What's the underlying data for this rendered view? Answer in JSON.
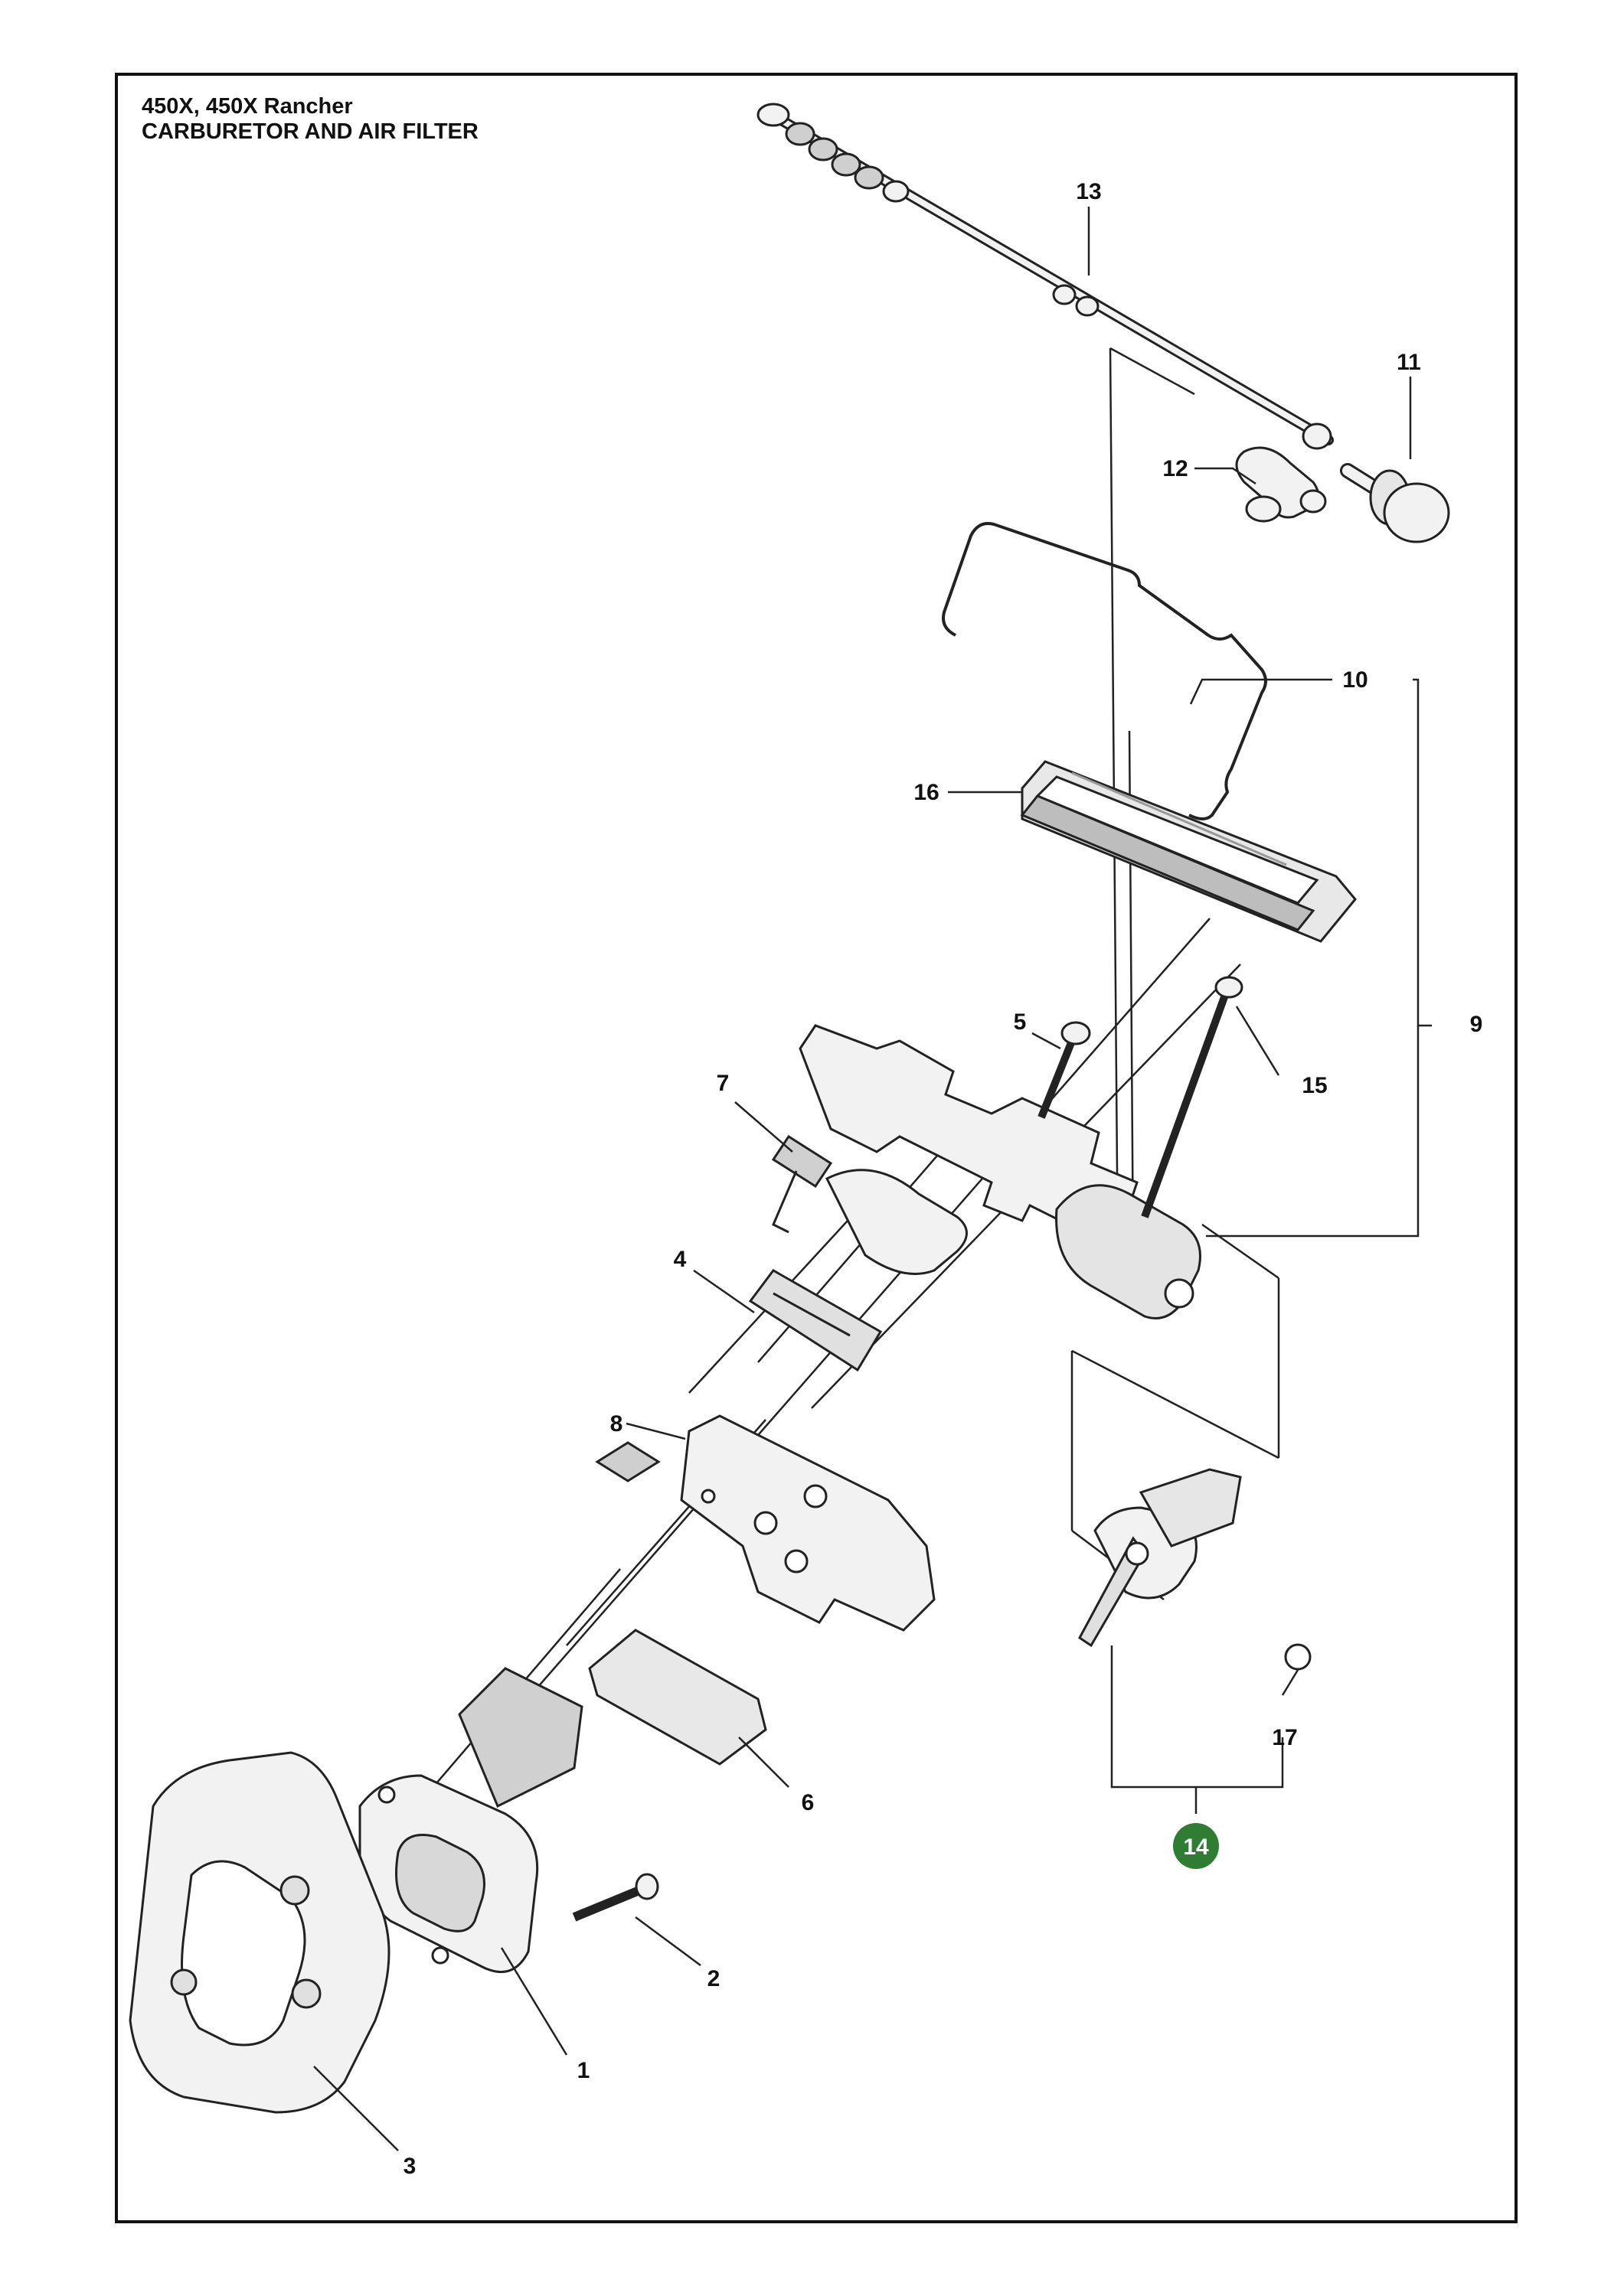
{
  "header": {
    "models": "450X, 450X Rancher",
    "section": "CARBURETOR AND AIR FILTER"
  },
  "callouts": [
    {
      "id": "c1",
      "label": "1"
    },
    {
      "id": "c2",
      "label": "2"
    },
    {
      "id": "c3",
      "label": "3"
    },
    {
      "id": "c4",
      "label": "4"
    },
    {
      "id": "c5",
      "label": "5"
    },
    {
      "id": "c6",
      "label": "6"
    },
    {
      "id": "c7",
      "label": "7"
    },
    {
      "id": "c8",
      "label": "8"
    },
    {
      "id": "c9",
      "label": "9"
    },
    {
      "id": "c10",
      "label": "10"
    },
    {
      "id": "c11",
      "label": "11"
    },
    {
      "id": "c12",
      "label": "12"
    },
    {
      "id": "c13",
      "label": "13"
    },
    {
      "id": "c14",
      "label": "14",
      "highlight": true
    },
    {
      "id": "c15",
      "label": "15"
    },
    {
      "id": "c16",
      "label": "16"
    },
    {
      "id": "c17",
      "label": "17"
    }
  ],
  "colors": {
    "frame": "#111111",
    "part_outline": "#222222",
    "part_fill": "#f2f2f2",
    "part_shade": "#bdbdbd",
    "highlight_badge": "#2e7d32",
    "highlight_text": "#ffffff"
  }
}
